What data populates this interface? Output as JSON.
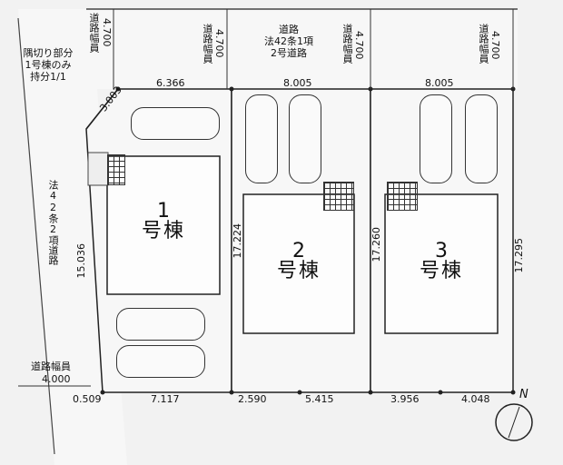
{
  "top_roads": [
    {
      "width_label": "道路幅員",
      "width_value": "4.700"
    },
    {
      "width_label": "道路幅員",
      "width_value": "4.700"
    },
    {
      "title_lines": [
        "道路",
        "法42条1項",
        "2号道路"
      ],
      "width_label": "道路幅員",
      "width_value": "4.700"
    },
    {
      "width_label": "道路幅員",
      "width_value": "4.700"
    }
  ],
  "corner_note": [
    "隅切り部分",
    "1号棟のみ",
    "持分1/1"
  ],
  "left_road": {
    "title": "法42条2項道路",
    "width_label": "道路幅員",
    "width_value": "4.000"
  },
  "dimensions": {
    "corner_cut": "3.003",
    "top": [
      "6.366",
      "8.005",
      "8.005"
    ],
    "bottom": [
      "0.509",
      "7.117",
      "2.590",
      "5.415",
      "3.956",
      "4.048"
    ],
    "left_depth": "15.036",
    "lot_depths": [
      "17.224",
      "17.260",
      "17.295"
    ]
  },
  "buildings": [
    {
      "number": "1",
      "name": "号棟"
    },
    {
      "number": "2",
      "name": "号棟"
    },
    {
      "number": "3",
      "name": "号棟"
    }
  ],
  "compass": {
    "label": "N"
  }
}
